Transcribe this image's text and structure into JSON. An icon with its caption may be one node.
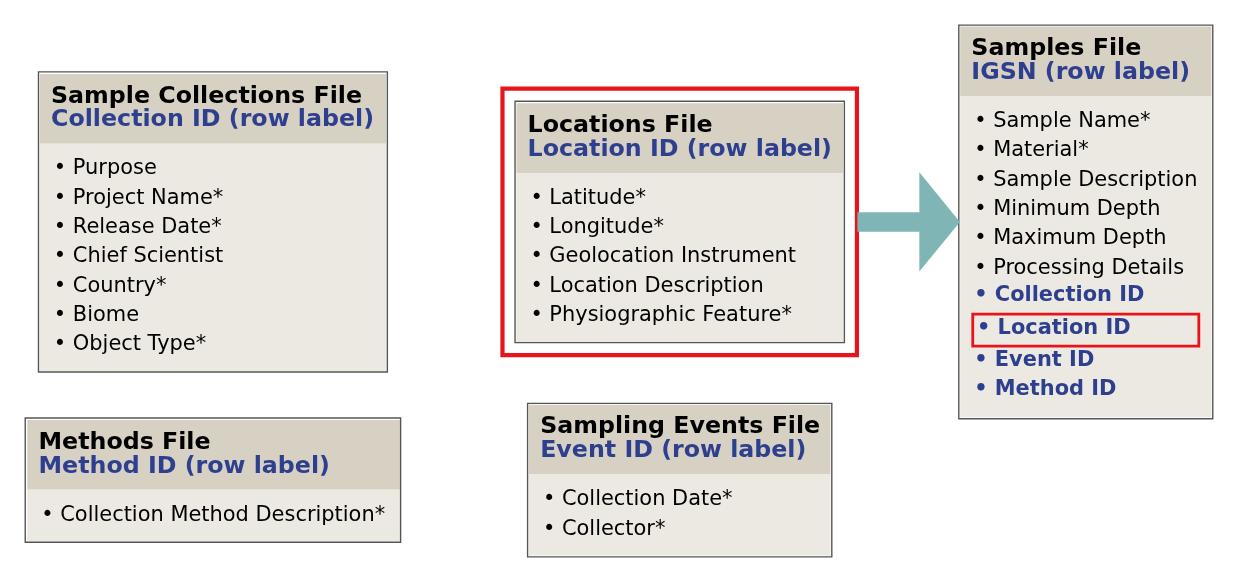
{
  "diagram": {
    "nodes": [
      {
        "text": [
          "Sample Collections File",
          "Collection ID (row label)",
          "• Purpose",
          "• Project Name*",
          "• Release Date*",
          "• Chief Scientist",
          "• Country*",
          "• Biome",
          "• Object Type*"
        ]
      },
      {
        "text": [
          "Locations File",
          "Location ID (row label)",
          "• Latitude*",
          "• Longitude*",
          "• Geolocation Instrument",
          "• Location Description",
          "• Physiographic Feature*"
        ]
      },
      {
        "text": [
          "Samples File",
          "IGSN (row label)",
          "• Sample Name*",
          "• Material*",
          "• Sample Description",
          "• Minimum Depth",
          "• Maximum Depth",
          "• Processing Details",
          "• Collection ID",
          "• Location ID",
          "• Event ID",
          "• Method ID"
        ]
      },
      {
        "text": [
          "Methods File",
          "Method ID (row label)",
          "• Collection Method Description*"
        ]
      },
      {
        "text": [
          "Sampling Events File",
          "Event ID (row label)",
          "• Collection Date*",
          "• Collector*"
        ]
      }
    ],
    "edges": [
      {
        "from": 1,
        "to": 2,
        "arrow": "to",
        "color": "#7fb5b5"
      }
    ]
  }
}
